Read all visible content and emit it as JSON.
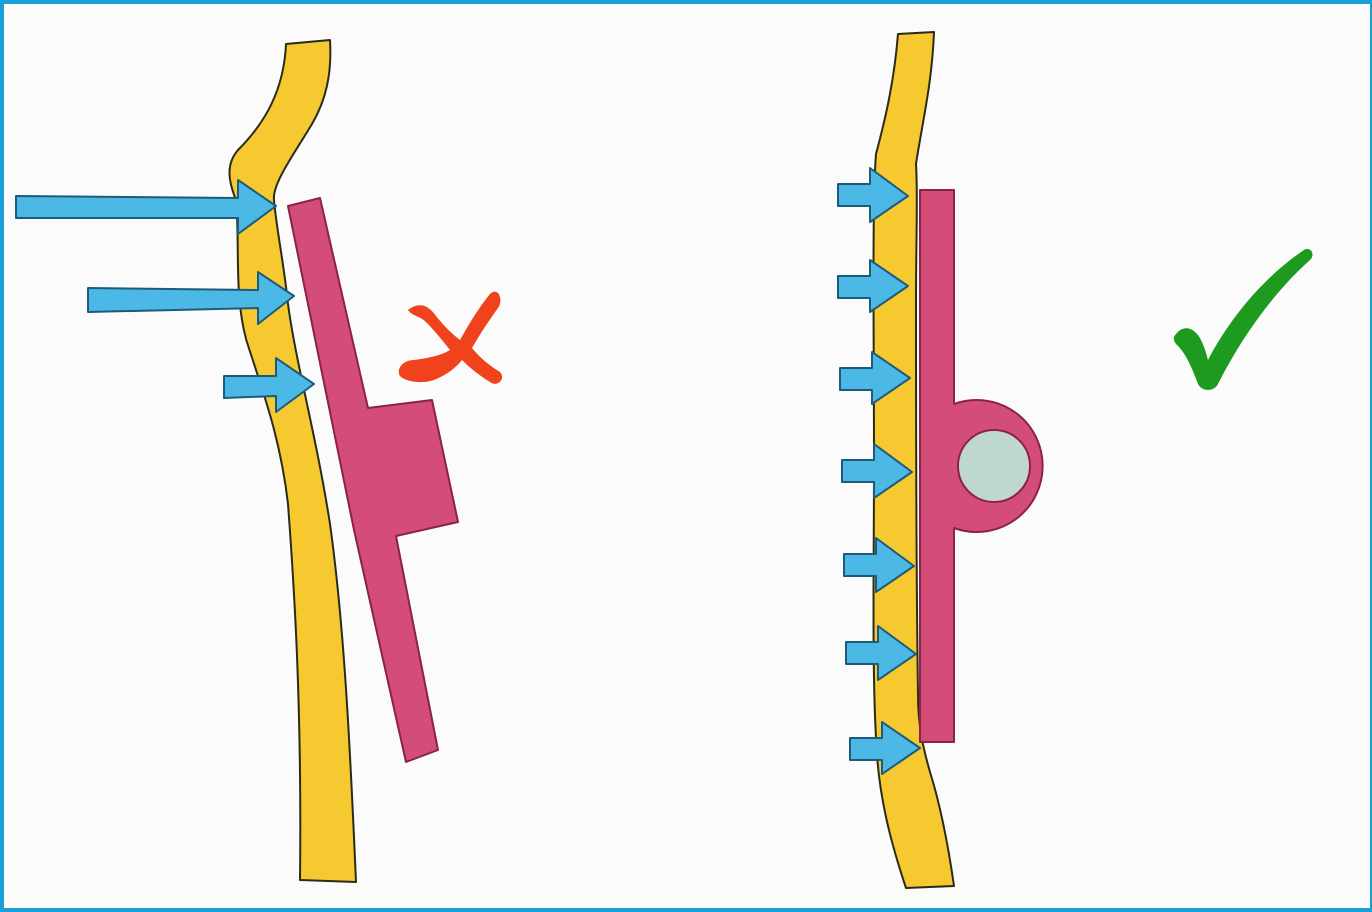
{
  "diagram": {
    "panels": [
      {
        "id": "incorrect",
        "verdict": "incorrect",
        "verdict_icon": "cross-mark-icon",
        "pressure_arrow_count": 3
      },
      {
        "id": "correct",
        "verdict": "correct",
        "verdict_icon": "check-mark-icon",
        "pressure_arrow_count": 7
      }
    ]
  },
  "colors": {
    "frame_border": "#1aa0d8",
    "background": "#fafbfa",
    "body_surface": "#f6c930",
    "outline": "#2a2a1a",
    "support_plate": "#d44c78",
    "support_plate_outline": "#8a2348",
    "pressure_arrow": "#4cb8e6",
    "pressure_arrow_outline": "#1d5b7a",
    "pivot_pin": "#bfd8cf",
    "cross_mark": "#f0421c",
    "check_mark": "#1e9a1e"
  }
}
